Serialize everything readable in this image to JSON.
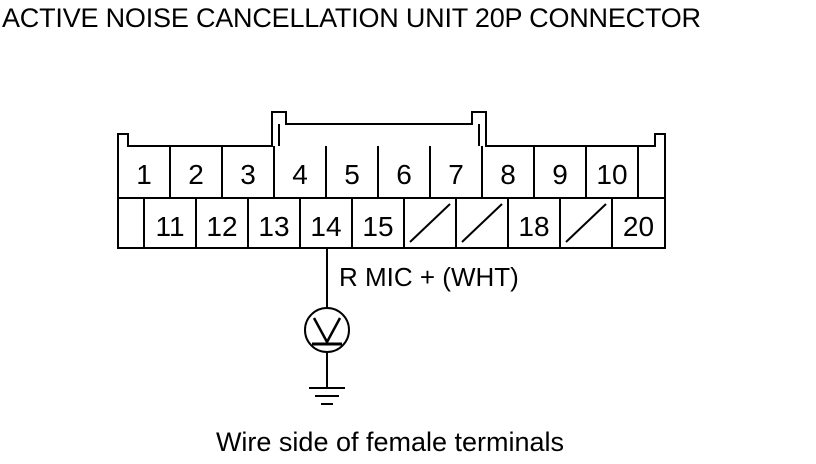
{
  "title": "ACTIVE NOISE CANCELLATION UNIT 20P CONNECTOR",
  "connector": {
    "top_row": [
      "1",
      "2",
      "3",
      "4",
      "5",
      "6",
      "7",
      "8",
      "9",
      "10"
    ],
    "bottom_row": [
      "11",
      "12",
      "13",
      "14",
      "15",
      "",
      "",
      "18",
      "",
      "20"
    ],
    "empty_cavity_mark": "diagonal-slash"
  },
  "probe": {
    "terminal": "14",
    "label": "R MIC +  (WHT)",
    "meter_icon": "voltmeter-icon",
    "ground_icon": "ground-icon"
  },
  "caption": "Wire side of female terminals"
}
